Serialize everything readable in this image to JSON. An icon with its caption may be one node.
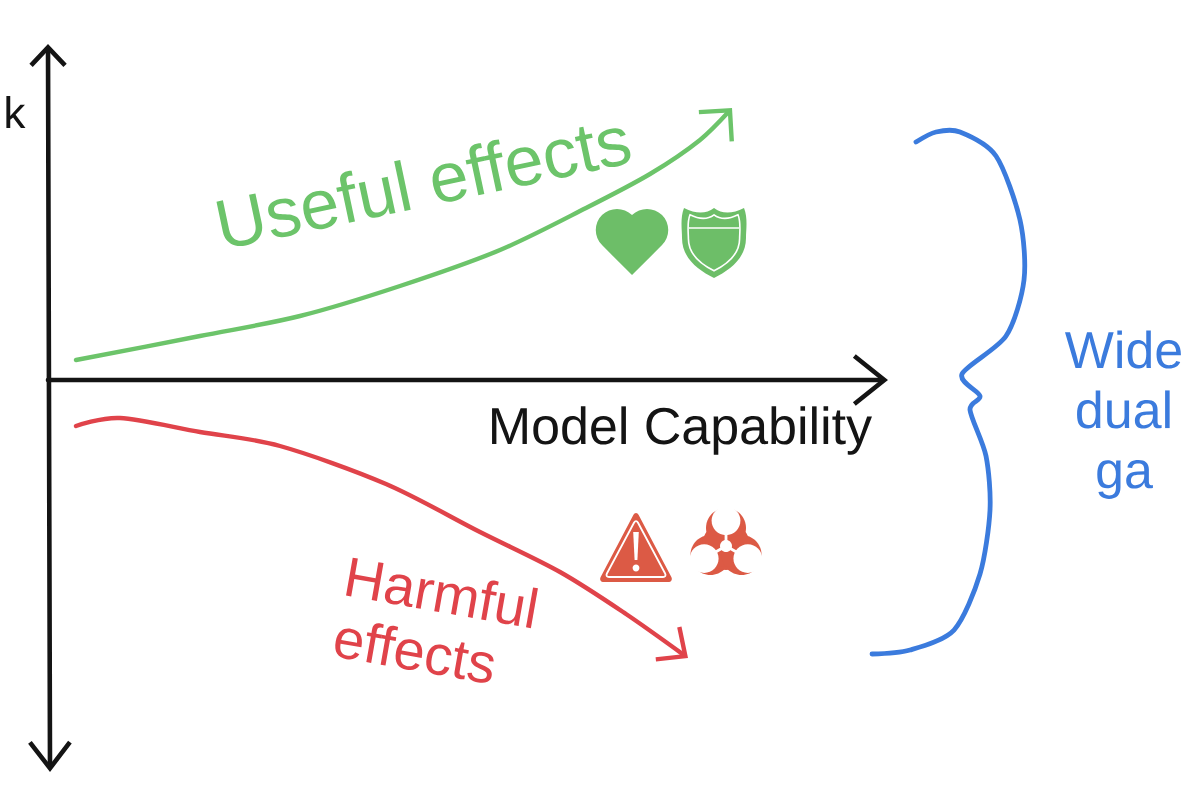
{
  "diagram": {
    "labels": [
      "k",
      "Useful effects",
      "Model Capability",
      "Wide dual ga",
      "Harmful effects"
    ]
  }
}
